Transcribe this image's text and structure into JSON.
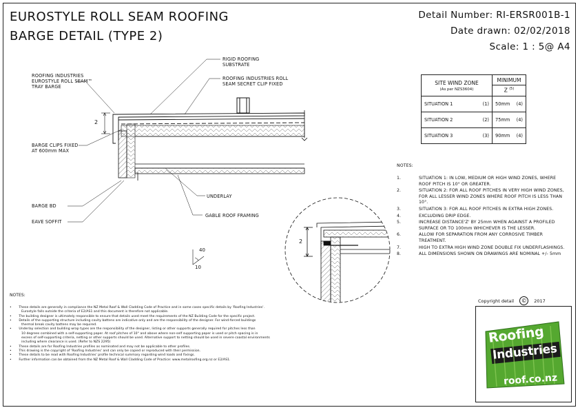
{
  "title": {
    "line1": "EUROSTYLE ROLL SEAM ROOFING",
    "line2": "BARGE DETAIL (TYPE 2)"
  },
  "meta": {
    "detail_number": "Detail Number:  RI-ERSR001B-1",
    "date_drawn": "Date drawn:  02/02/2018",
    "scale": "Scale:   1 : 5@ A4"
  },
  "labels": {
    "rigid_substrate": "RIGID ROOFING\nSUBSTRATE",
    "secret_clip": "ROOFING INDUSTRIES ROLL\nSEAM SECRET CLIP FIXED",
    "tray_barge": "ROOFING INDUSTRIES\nEUROSTYLE ROLL SEAM™\nTRAY BARGE",
    "barge_clips": "BARGE CLIPS FIXED\nAT 600mm MAX",
    "underlay": "UNDERLAY",
    "barge_bd": "BARGE BD",
    "gable_framing": "GABLE ROOF FRAMING",
    "eave_soffit": "EAVE SOFFIT",
    "dim_2": "2",
    "dim_2_detail": "2",
    "angle_40": "40",
    "angle_10": "10"
  },
  "wind_table": {
    "h_zone": "SITE WIND ZONE",
    "h_zone_sub": "(As per NZS3604)",
    "h_min": "MINIMUM",
    "h_z": "Z",
    "h_z_ref": "(5)",
    "rows": [
      {
        "name": "SITUATION 1",
        "ref": "(1)",
        "value": "50mm",
        "vref": "(4)"
      },
      {
        "name": "SITUATION 2",
        "ref": "(2)",
        "value": "75mm",
        "vref": "(4)"
      },
      {
        "name": "SITUATION 3",
        "ref": "(3)",
        "value": "90mm",
        "vref": "(4)"
      }
    ]
  },
  "notes": {
    "heading": "NOTES:",
    "items": [
      {
        "n": "1.",
        "text": "SITUATION 1: IN LOW, MEDIUM OR HIGH WIND ZONES, WHERE ROOF PITCH IS 10° OR GREATER."
      },
      {
        "n": "2.",
        "text": "SITUATION 2: FOR ALL ROOF PITCHES IN VERY HIGH WIND ZONES, FOR ALL LESSER WIND ZONES WHERE ROOF PITCH IS LESS THAN 10°."
      },
      {
        "n": "3.",
        "text": "SITUATION 3: FOR ALL ROOF PITCHES IN EXTRA HIGH ZONES."
      },
      {
        "n": "4.",
        "text": "EXCLUDING DRIP EDGE."
      },
      {
        "n": "5.",
        "text": "INCREASE DISTANCE'Z' BY 25mm WHEN AGAINST A PROFILED SURFACE OR TO 100mm WHICHEVER IS THE LESSER."
      },
      {
        "n": "6.",
        "text": "ALLOW FOR SEPARATION FROM ANY CORROSIVE TIMBER TREATMENT."
      },
      {
        "n": "7.",
        "text": "HIGH TO EXTRA HIGH WIND ZONE DOUBLE FIX UNDERFLASHINGS."
      },
      {
        "n": "8.",
        "text": "ALL DIMENSIONS SHOWN ON DRAWINGS ARE NOMINAL +/- 5mm"
      }
    ]
  },
  "copyright": {
    "label": "Copyright detail",
    "symbol": "©",
    "year": "2017"
  },
  "general_notes": {
    "heading": "NOTES:",
    "items": [
      "These details are generally in compliance the NZ Metal Roof & Wall Cladding Code of Practice and in some cases specific details by 'Roofing Industries'.",
      "Eurostyle falls outside the criteria of E2/AS1 and this document is therefore not applicable.",
      "The building designer is ultimately responsible to ensure that details used meet the requirements of the NZ Building Code for the specific project.",
      "Details of the supporting structure including cavity battens are indicative only and are the responsibility of the designer. For wind-forced buildings",
      "thermal break cavity battens may be required.",
      "Underlay selection and building wrap types are the responsibility of the designer, listing or other supports generally required for pitches less than",
      "10 degrees combined with a self-supporting paper. At roof pitches of 10° and above where non-self supporting paper is used or pitch spacing is in",
      "excess of self-supporting criteria, netting or other supports should be used. Alternative support to netting should be used in severe coastal environments",
      "including where clearance is used. (Refer to NZS 2295)",
      "These details are for Roofing Industries profiles as nominated and may not be applicable to other profiles.",
      "This drawing is the copyright of 'Roofing Industries' and can only be copied or reproduced with their permission.",
      "These details to be read with Roofing Industries' profile technical summary regarding wind loads and fixings.",
      "Further information can be obtained from the NZ Metal Roof & Wall Cladding Code of Practice: www.metalroofing.org.nz or E2/AS1."
    ]
  },
  "logo": {
    "line1": "Roofing",
    "line2": "Industries",
    "url": "roof.co.nz"
  },
  "colors": {
    "brand_green": "#55a830",
    "ink": "#111111",
    "stripe_green": "#8ccd5a"
  }
}
